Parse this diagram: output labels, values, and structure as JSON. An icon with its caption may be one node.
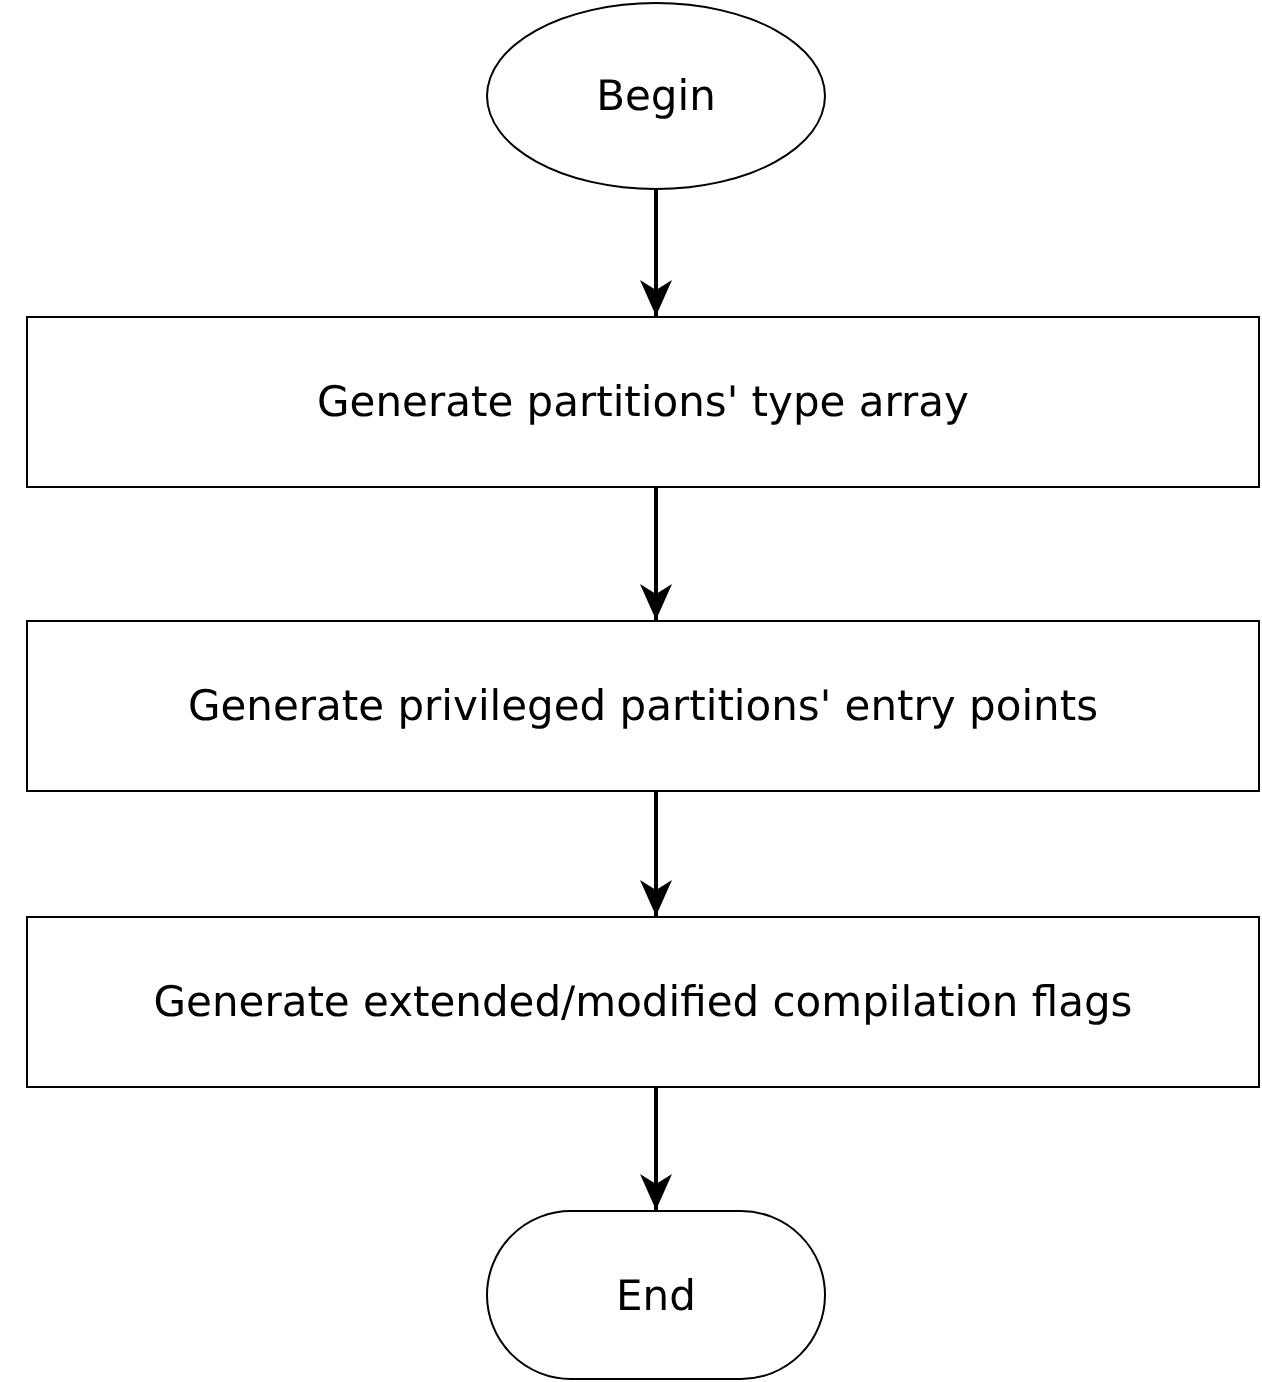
{
  "diagram": {
    "nodes": [
      {
        "text": [
          "Begin"
        ]
      },
      {
        "text": [
          "Generate partitions' type array"
        ]
      },
      {
        "text": [
          "Generate privileged partitions' entry points"
        ]
      },
      {
        "text": [
          "Generate extended/modified compilation flags"
        ]
      },
      {
        "text": [
          "End"
        ]
      }
    ],
    "edges": [
      {
        "from": 0,
        "to": 1,
        "arrow": "to"
      },
      {
        "from": 1,
        "to": 2,
        "arrow": "to"
      },
      {
        "from": 2,
        "to": 3,
        "arrow": "to"
      },
      {
        "from": 3,
        "to": 4,
        "arrow": "to"
      }
    ]
  }
}
